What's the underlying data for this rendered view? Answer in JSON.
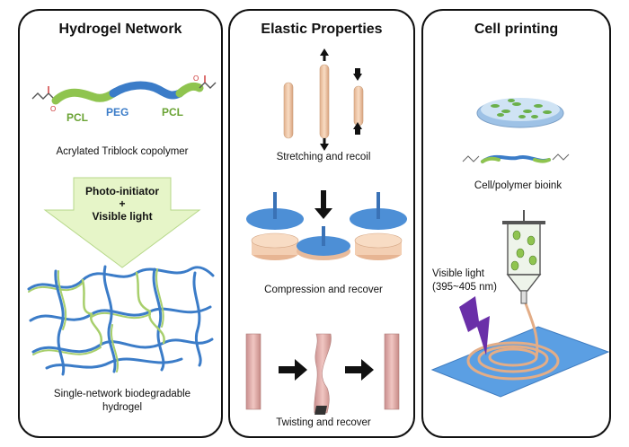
{
  "panels": {
    "hydrogel": {
      "title": "Hydrogel Network",
      "labels": {
        "pcl_left": "PCL",
        "peg": "PEG",
        "pcl_right": "PCL"
      },
      "copolymer_caption": "Acrylated Triblock copolymer",
      "arrow_line1": "Photo-initiator",
      "arrow_line2": "+",
      "arrow_line3": "Visible light",
      "network_caption_line1": "Single-network biodegradable",
      "network_caption_line2": "hydrogel"
    },
    "elastic": {
      "title": "Elastic Properties",
      "stretch_caption": "Stretching and recoil",
      "compress_caption": "Compression and recover",
      "twist_caption": "Twisting and recover"
    },
    "printing": {
      "title": "Cell printing",
      "bioink_caption": "Cell/polymer bioink",
      "light_line1": "Visible light",
      "light_line2": "(395~405 nm)"
    }
  },
  "colors": {
    "pcl": "#8fc44f",
    "peg": "#3b7cc8",
    "rod": "#f0c9a8",
    "disc": "#4d8fd6",
    "bolt": "#6a2fa8",
    "arrow_fill": "#e6f5c8"
  }
}
